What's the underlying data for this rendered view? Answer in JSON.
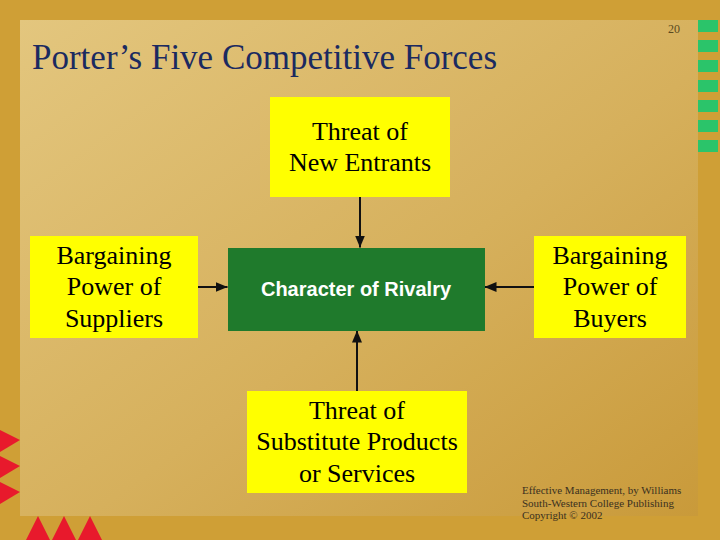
{
  "diagram": {
    "title": "Porter’s Five Competitive Forces",
    "caption": "Effective Management, by Williams South-Western College Publishing Copyright © 2002",
    "nodes": [
      {
        "text": [
          "Threat of New Entrants"
        ]
      },
      {
        "text": [
          "Bargaining Power of Suppliers"
        ]
      },
      {
        "text": [
          "Character of Rivalry"
        ]
      },
      {
        "text": [
          "Bargaining Power of Buyers"
        ]
      },
      {
        "text": [
          "Threat of Substitute Products or Services"
        ]
      }
    ],
    "edges": [
      {
        "from": 0,
        "to": 2,
        "arrow": "to"
      },
      {
        "from": 1,
        "to": 2,
        "arrow": "to"
      },
      {
        "from": 3,
        "to": 2,
        "arrow": "to"
      },
      {
        "from": 4,
        "to": 2,
        "arrow": "to"
      }
    ],
    "labels": [
      "20"
    ]
  }
}
